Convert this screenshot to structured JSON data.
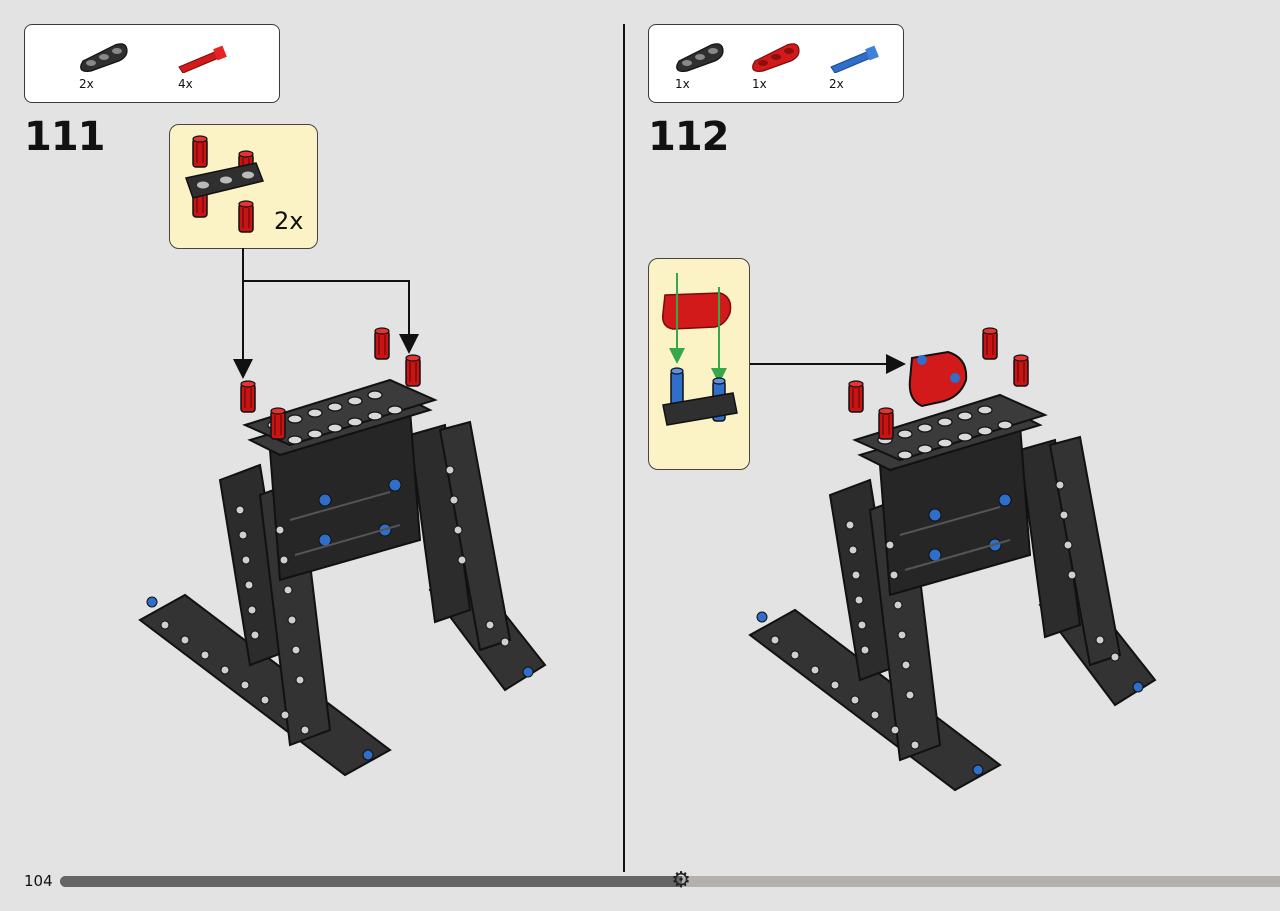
{
  "page_number": "104",
  "progress_fraction": 0.51,
  "colors": {
    "black_part": "#2f2f2f",
    "red_part": "#d31a1a",
    "blue_part": "#2f6fc9",
    "callout_bg": "#fbf3c6",
    "arrow_green": "#37a84a"
  },
  "steps": [
    {
      "number": "111",
      "parts": [
        {
          "icon": "black-beam-3-icon",
          "qty": "2x"
        },
        {
          "icon": "red-axle-pin-icon",
          "qty": "4x"
        }
      ],
      "callout_multiplier": "2x"
    },
    {
      "number": "112",
      "parts": [
        {
          "icon": "black-beam-3-icon",
          "qty": "1x"
        },
        {
          "icon": "red-beam-3-icon",
          "qty": "1x"
        },
        {
          "icon": "blue-axle-pin-icon",
          "qty": "2x"
        }
      ]
    }
  ]
}
